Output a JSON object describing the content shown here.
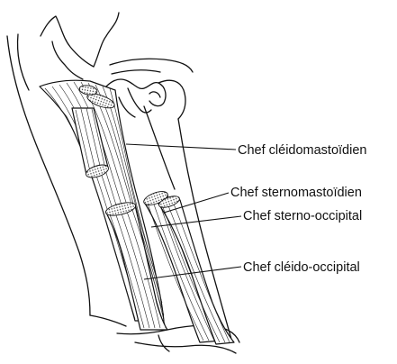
{
  "labels": {
    "cleidomastoid": "Chef cléidomastoïdien",
    "sternomastoid": "Chef sternomastoïdien",
    "sterno_occipital": "Chef sterno-occipital",
    "cleido_occipital": "Chef cléido-occipital"
  },
  "colors": {
    "ink": "#111111",
    "background": "#ffffff"
  }
}
